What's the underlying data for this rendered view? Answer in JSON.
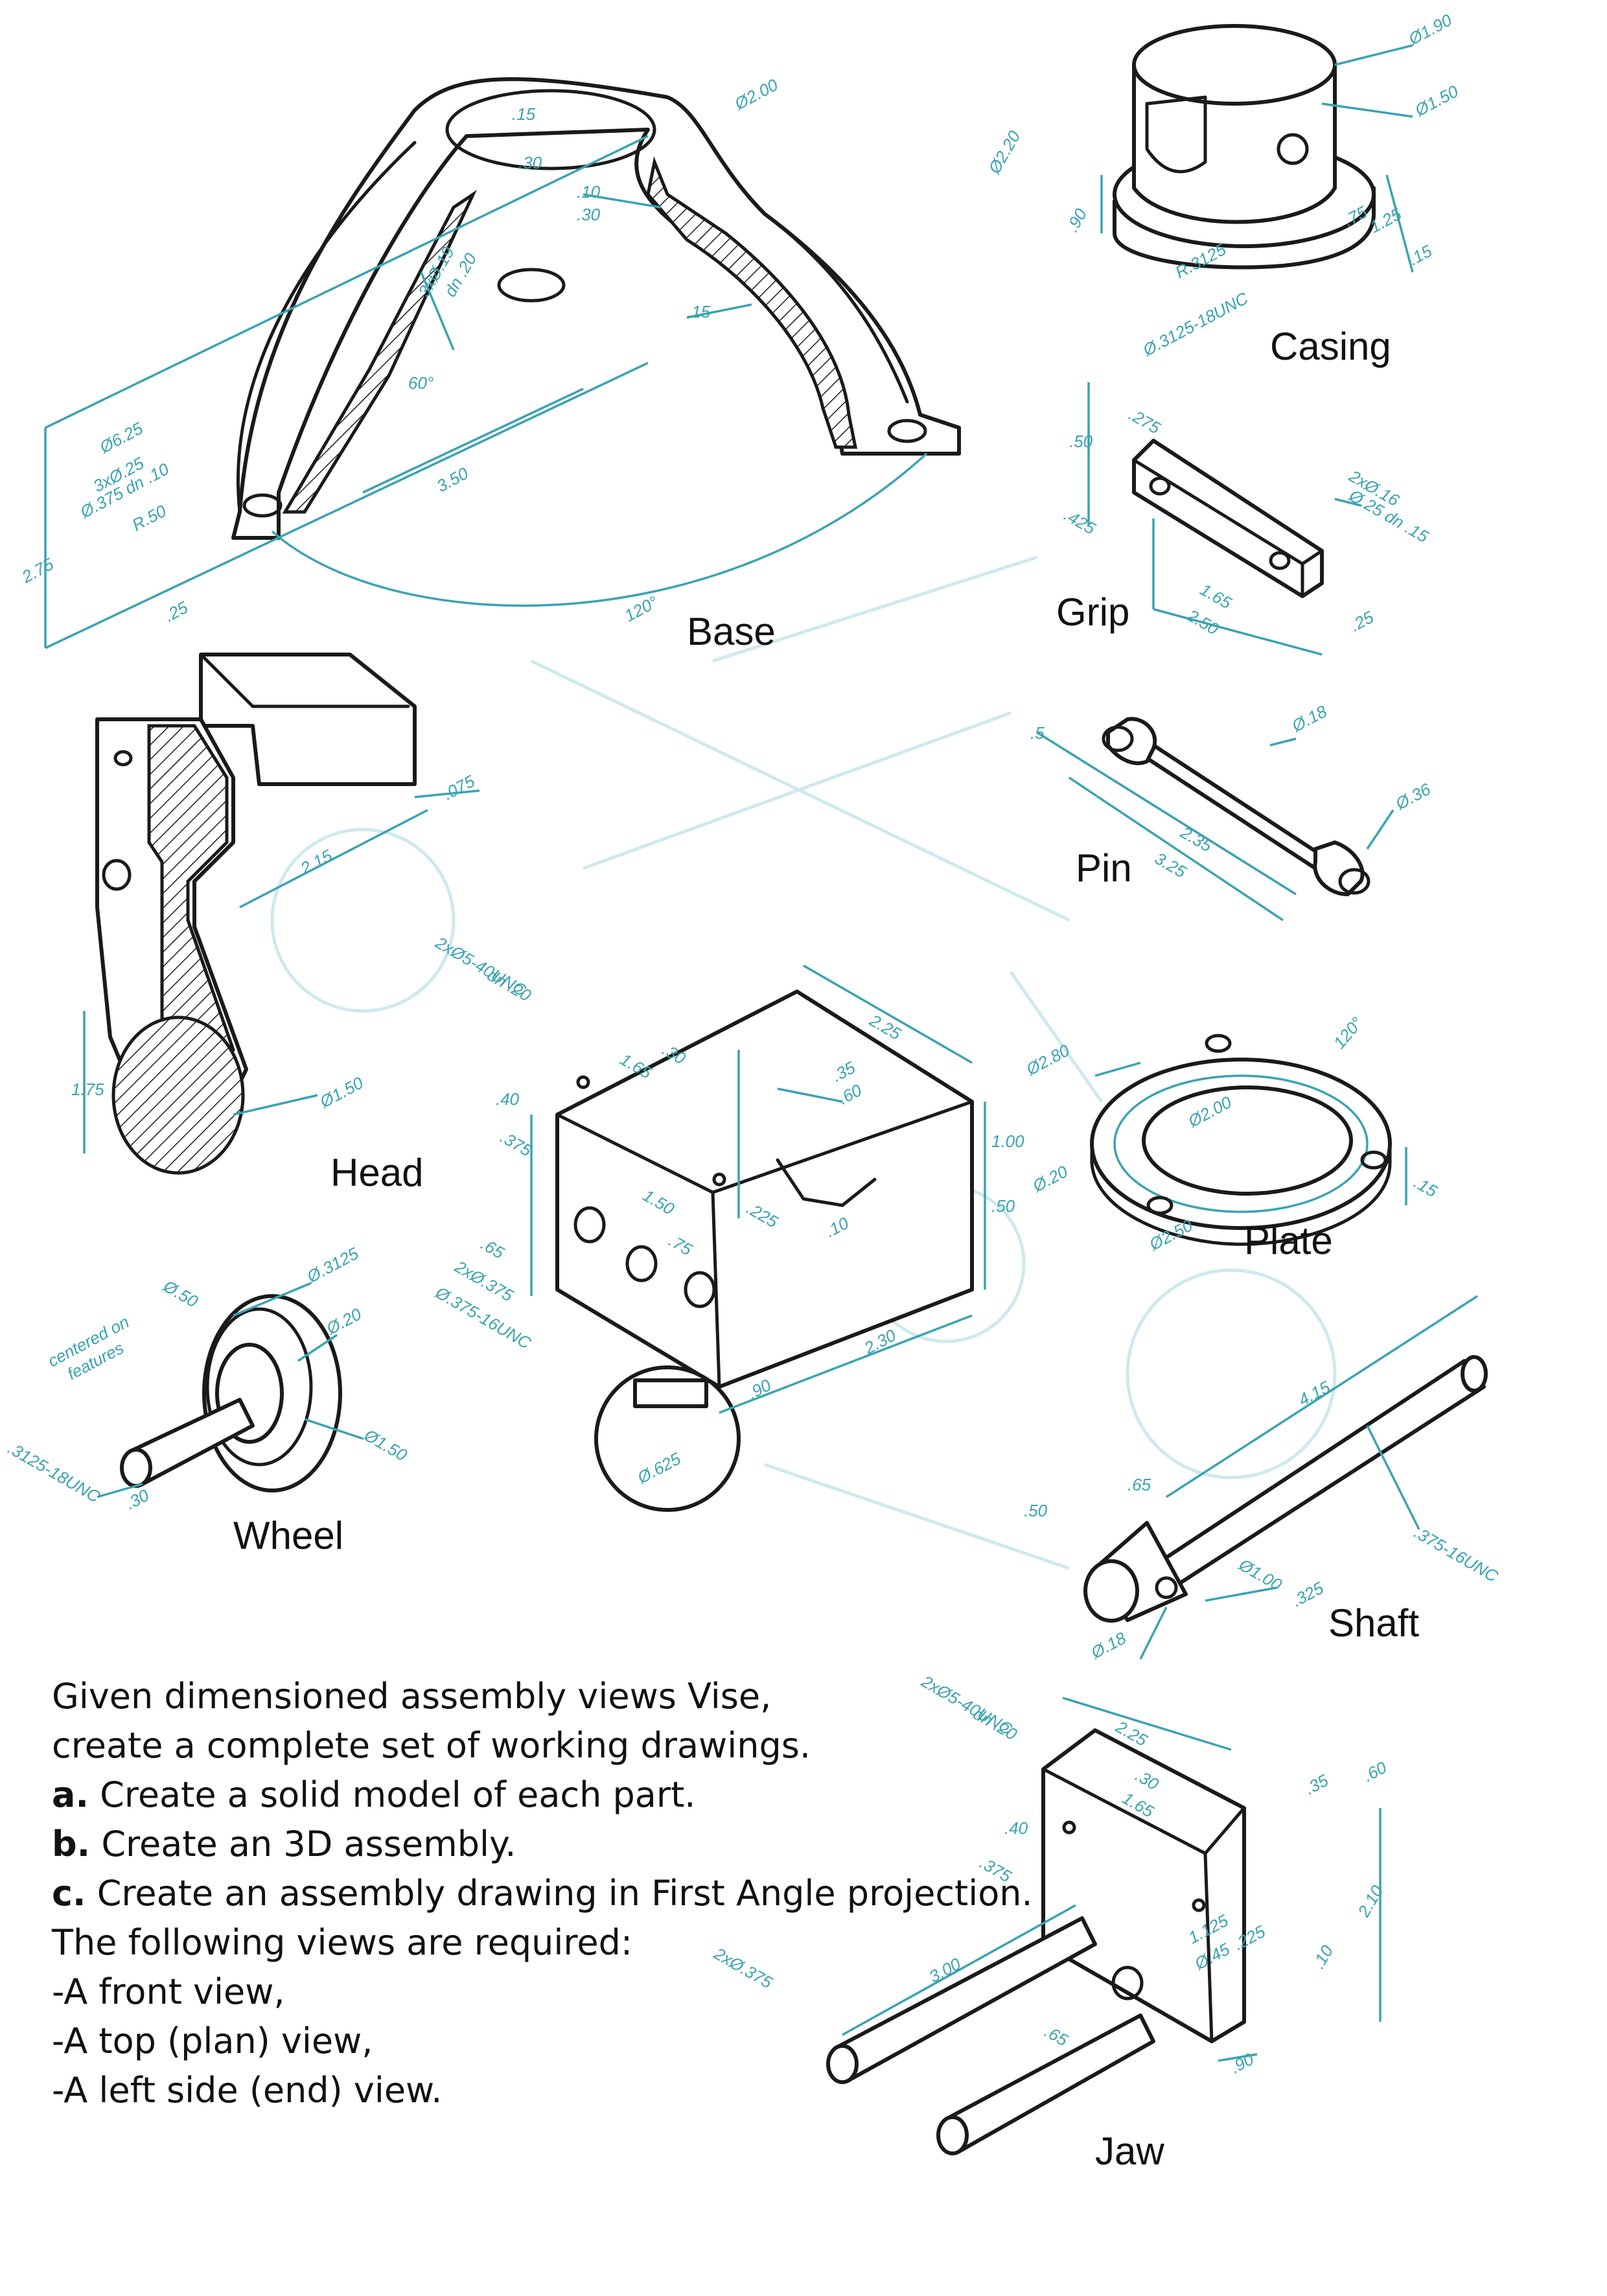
{
  "parts": {
    "base": "Base",
    "casing": "Casing",
    "grip": "Grip",
    "pin": "Pin",
    "head": "Head",
    "plate": "Plate",
    "wheel": "Wheel",
    "shaft": "Shaft",
    "jaw": "Jaw"
  },
  "dims": {
    "base": [
      "Ø2.00",
      ".15",
      ".30",
      ".10",
      ".30",
      "3xØ.19",
      "dn .20",
      ".15",
      "60°",
      "Ø6.25",
      "3xØ.25",
      "Ø.375 dn .10",
      "R.50",
      "3.50",
      "2.75",
      ".25",
      "120°"
    ],
    "casing": [
      "Ø1.90",
      "Ø1.50",
      "Ø2.20",
      ".90",
      ".75",
      "1.25",
      ".15",
      "R.3125",
      "Ø.3125-18UNC"
    ],
    "grip": [
      ".275",
      ".50",
      ".425",
      "2xØ.16",
      "Ø.25 dn .15",
      "1.65",
      "2.50",
      ".25"
    ],
    "pin": [
      "Ø.18",
      "Ø.36",
      "2.35",
      "3.25",
      ".5"
    ],
    "head": [
      ".075",
      "2.15",
      "1.75",
      "Ø1.50"
    ],
    "headJaw": [
      "2xØ5-40UNC",
      "dn .20",
      "1.65",
      ".30",
      "2.25",
      ".35",
      ".60",
      ".40",
      ".375",
      "1.50",
      ".75",
      ".225",
      ".10",
      "1.00",
      ".50",
      ".65",
      "2xØ.375",
      "Ø.375-16UNC",
      "2.30",
      ".90",
      "Ø.625"
    ],
    "plate": [
      "Ø2.80",
      "120°",
      "Ø2.00",
      "Ø.20",
      ".15",
      "Ø2.50"
    ],
    "wheel": [
      "Ø.50",
      "Ø.3125",
      "Ø.20",
      "Ø1.50",
      "centered on",
      "features",
      ".3125-18UNC",
      ".30"
    ],
    "shaft": [
      "4.15",
      ".65",
      ".50",
      "Ø1.00",
      ".325",
      ".375-16UNC",
      "Ø.18"
    ],
    "jaw": [
      "2xØ5-40UNC",
      "dn .20",
      "2.25",
      ".30",
      "1.65",
      ".35",
      ".60",
      ".40",
      ".375",
      "2.10",
      "1.125",
      "Ø.45",
      ".225",
      ".10",
      "2xØ.375",
      "3.00",
      ".65",
      ".90"
    ]
  },
  "instructions": {
    "line1": "Given dimensioned assembly views Vise,",
    "line2": "create a complete set of working drawings.",
    "a_mark": "a.",
    "a_text": " Create a solid model of each part.",
    "b_mark": "b.",
    "b_text": " Create an 3D assembly.",
    "c_mark": "c.",
    "c_text": " Create an assembly drawing in First Angle projection.",
    "line6": "The following views are required:",
    "view1": "-A front view,",
    "view2": "-A top (plan) view,",
    "view3": "-A left side (end) view."
  },
  "colors": {
    "linework": "#1a1a1a",
    "dimension": "#3aa3b2",
    "background_ghost": "#cfe9ee"
  }
}
